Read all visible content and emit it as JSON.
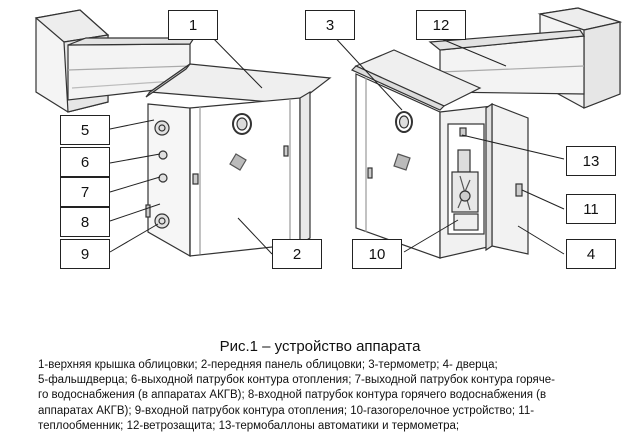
{
  "callouts": {
    "c1": "1",
    "c2": "2",
    "c3": "3",
    "c4": "4",
    "c5": "5",
    "c6": "6",
    "c7": "7",
    "c8": "8",
    "c9": "9",
    "c10": "10",
    "c11": "11",
    "c12": "12",
    "c13": "13"
  },
  "caption": "Рис.1 – устройство аппарата",
  "legend_lines": [
    "1-верхняя крышка облицовки; 2-передняя панель облицовки; 3-термометр; 4- дверца;",
    "5-фальшдверца; 6-выходной патрубок контура отопления; 7-выходной патрубок контура горяче-",
    "го водоснабжения (в аппаратах АКГВ); 8-входной патрубок контура горячего водоснабжения (в",
    "аппаратах АКГВ); 9-входной патрубок контура отопления; 10-газогорелочное устройство; 11-",
    "теплообменник; 12-ветрозащита; 13-термобаллоны автоматики и термометра;"
  ]
}
